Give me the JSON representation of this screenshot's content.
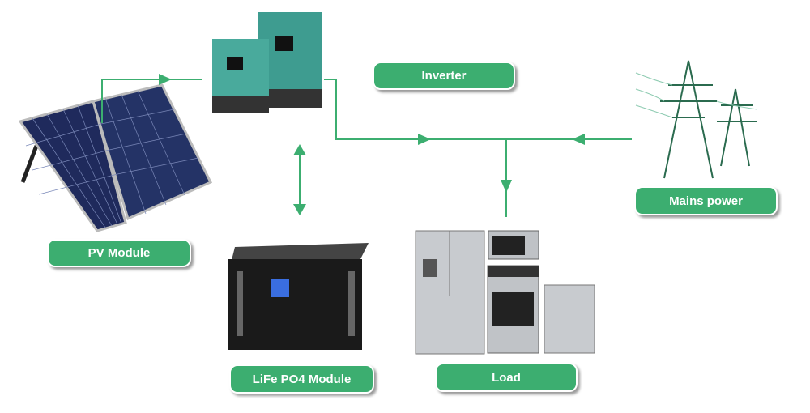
{
  "labels": {
    "inverter": "Inverter",
    "pv_module": "PV Module",
    "mains_power": "Mains power",
    "battery": "LiFe PO4 Module",
    "load": "Load"
  },
  "colors": {
    "accent": "#3cae70",
    "line": "#3cae70"
  },
  "icons": [
    "solar-panel-icon",
    "inverter-icon",
    "battery-icon",
    "power-tower-icon",
    "appliances-icon"
  ]
}
